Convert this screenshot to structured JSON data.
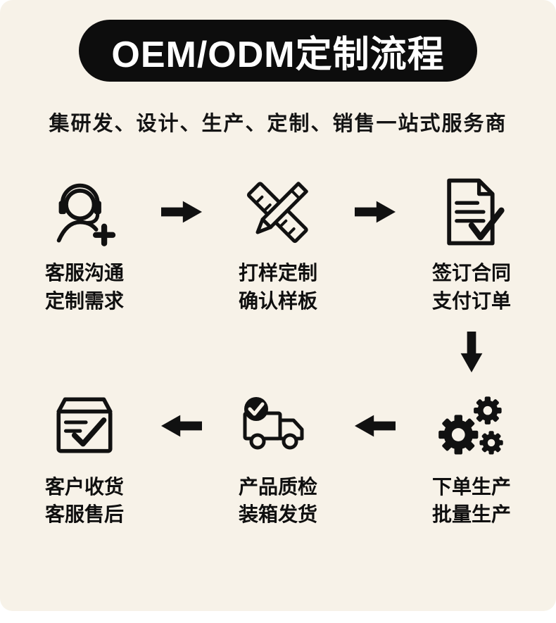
{
  "page": {
    "background": "#f7f2e8",
    "accent": "#111111"
  },
  "header": {
    "title": "OEM/ODM定制流程",
    "subtitle": "集研发、设计、生产、定制、销售一站式服务商"
  },
  "steps": [
    {
      "icon": "headset-agent-icon",
      "line1": "客服沟通",
      "line2": "定制需求"
    },
    {
      "icon": "ruler-pencil-icon",
      "line1": "打样定制",
      "line2": "确认样板"
    },
    {
      "icon": "contract-check-icon",
      "line1": "签订合同",
      "line2": "支付订单"
    },
    {
      "icon": "gears-icon",
      "line1": "下单生产",
      "line2": "批量生产"
    },
    {
      "icon": "truck-check-icon",
      "line1": "产品质检",
      "line2": "装箱发货"
    },
    {
      "icon": "package-check-icon",
      "line1": "客户收货",
      "line2": "客服售后"
    }
  ]
}
